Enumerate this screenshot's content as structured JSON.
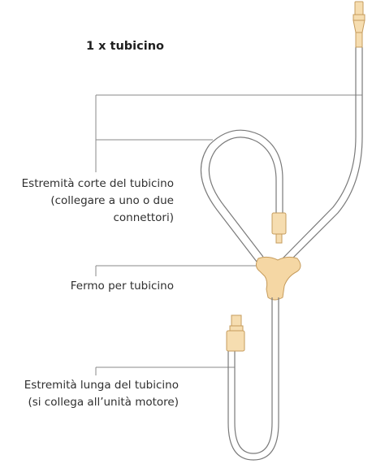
{
  "title": "1 x tubicino",
  "labels": {
    "short_ends": {
      "line1": "Estremità corte del tubicino",
      "line2": "(collegare a uno o due",
      "line3": "connettori)"
    },
    "clip": {
      "line1": "Fermo per tubicino"
    },
    "long_end": {
      "line1": "Estremità lunga del tubicino",
      "line2": "(si collega all’unità motore)"
    }
  },
  "colors": {
    "tube_outline": "#7a7a7a",
    "leader_line": "#8a8a8a",
    "connector_fill": "#f6ddb0",
    "connector_stroke": "#c69c5c",
    "clip_fill": "#f5d7a4"
  }
}
